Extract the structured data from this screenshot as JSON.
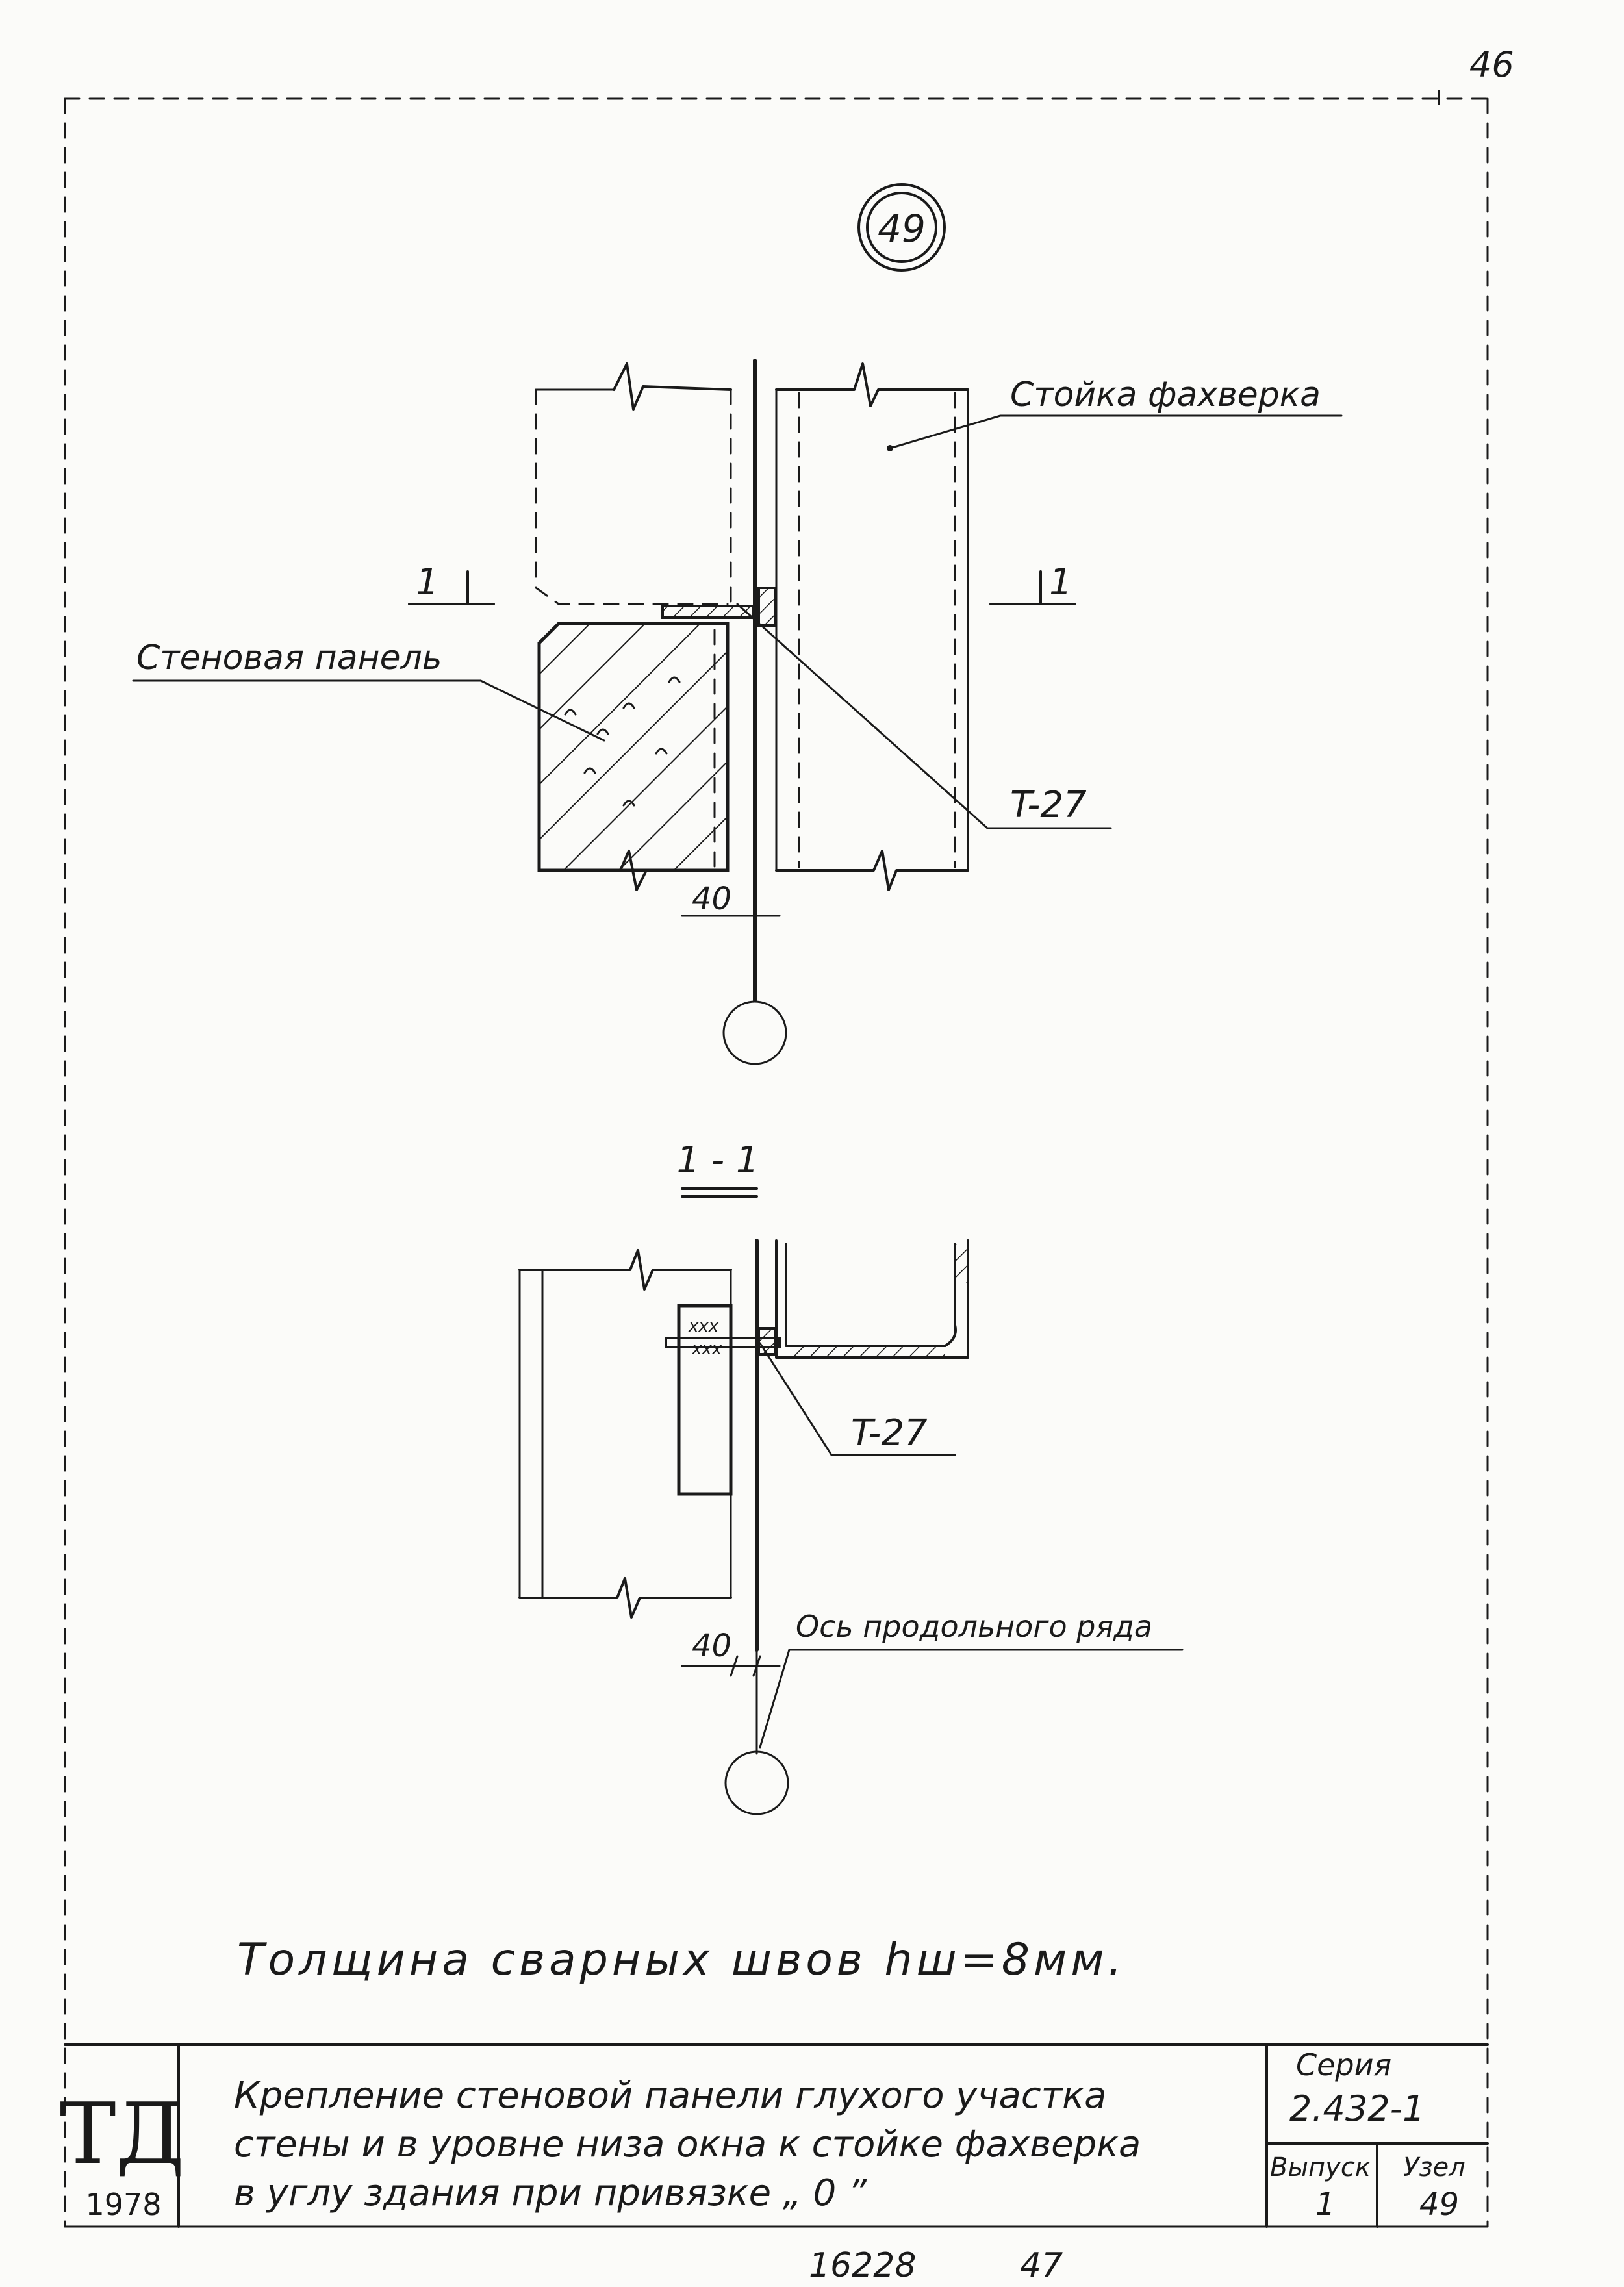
{
  "page_number": "46",
  "node_marker": "49",
  "plan": {
    "label_post": "Стойка фахверка",
    "label_panel": "Стеновая панель",
    "weld_label": "T-27",
    "section_mark_left": "1",
    "section_mark_right": "1",
    "dimension": "40"
  },
  "section": {
    "title": "1 - 1",
    "weld_label": "T-27",
    "axis_label": "Ось продольного ряда",
    "dimension": "40"
  },
  "note": "Толщина сварных швов hш=8мм.",
  "title_block": {
    "logo": "ТД",
    "year": "1978",
    "description_line1": "Крепление стеновой панели глухого участка",
    "description_line2": "стены и в уровне низа окна к стойке фахверка",
    "description_line3": "в углу   здания при привязке „ 0 ”",
    "series_label": "Серия",
    "series_value": "2.432-1",
    "issue_label": "Выпуск",
    "issue_value": "1",
    "node_label": "Узел",
    "node_value": "49"
  },
  "footer": {
    "code": "16228",
    "sheet": "47"
  }
}
